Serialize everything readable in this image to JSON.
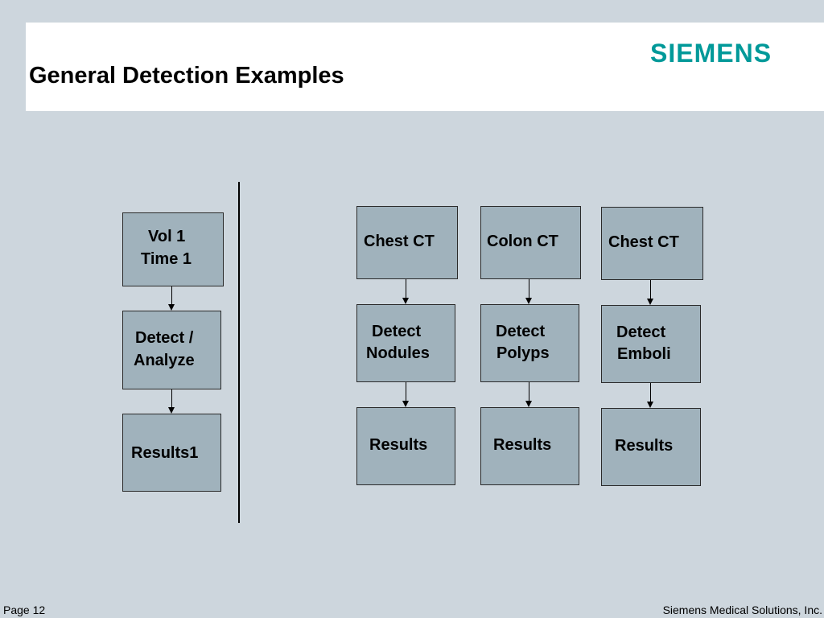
{
  "slide": {
    "title": "General Detection Examples",
    "logo_text": "SIEMENS",
    "brand_color": "#009999",
    "background_color": "#cdd6dd",
    "box_color": "#a0b2bc"
  },
  "flows": {
    "single": {
      "input_line1": "Vol 1",
      "input_line2": "Time 1",
      "step_line1": "Detect /",
      "step_line2": "Analyze",
      "result": "Results1"
    },
    "nodules": {
      "input": "Chest CT",
      "step_line1": "Detect",
      "step_line2": "Nodules",
      "result": "Results"
    },
    "polyps": {
      "input": "Colon CT",
      "step_line1": "Detect",
      "step_line2": "Polyps",
      "result": "Results"
    },
    "emboli": {
      "input": "Chest CT",
      "step_line1": "Detect",
      "step_line2": "Emboli",
      "result": "Results"
    }
  },
  "footer": {
    "page": "Page 12",
    "company": "Siemens Medical Solutions, Inc."
  }
}
